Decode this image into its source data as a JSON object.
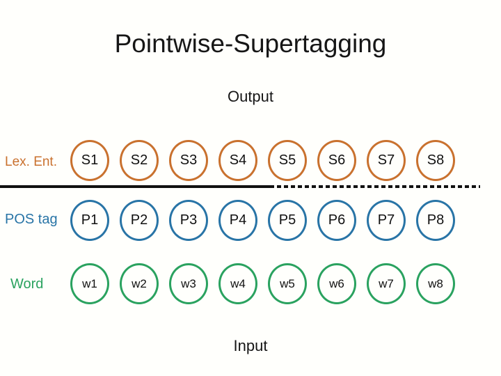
{
  "title": "Pointwise-Supertagging",
  "output_label": "Output",
  "input_label": "Input",
  "colors": {
    "lex_orange": "#C9712E",
    "pos_blue": "#2874A6",
    "word_green": "#2AA25F",
    "text_black": "#161616"
  },
  "rows": [
    {
      "label": "Lex. Ent.",
      "color": "#C9712E",
      "items": [
        "S1",
        "S2",
        "S3",
        "S4",
        "S5",
        "S6",
        "S7",
        "S8"
      ]
    },
    {
      "label": "POS tag",
      "color": "#2874A6",
      "items": [
        "P1",
        "P2",
        "P3",
        "P4",
        "P5",
        "P6",
        "P7",
        "P8"
      ]
    },
    {
      "label": "Word",
      "color": "#2AA25F",
      "items": [
        "w1",
        "w2",
        "w3",
        "w4",
        "w5",
        "w6",
        "w7",
        "w8"
      ]
    }
  ]
}
